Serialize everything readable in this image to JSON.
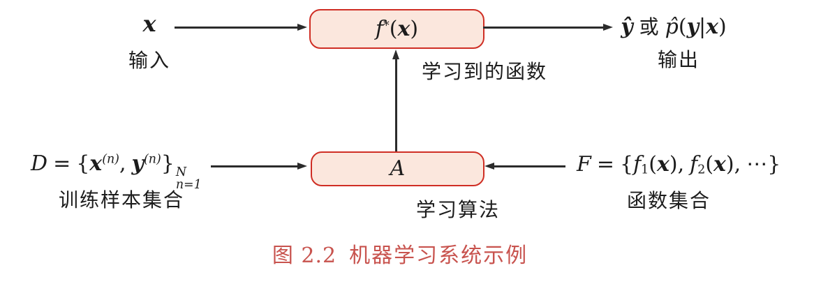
{
  "colors": {
    "background": "#ffffff",
    "box_fill": "#fbe7dd",
    "box_border": "#cf2e24",
    "arrow": "#2b2b2b",
    "text": "#1c1c1c",
    "caption": "#c8534e"
  },
  "diagram": {
    "input": {
      "symbol": "x",
      "label": "输入"
    },
    "learned_function": {
      "name": "f",
      "sup": "*",
      "open": "(",
      "arg": "x",
      "close": ")",
      "label": "学习到的函数"
    },
    "output": {
      "y_hat": "ŷ",
      "or": "或",
      "p_hat": "p̂",
      "open": "(",
      "y": "y",
      "bar": "|",
      "x": "x",
      "close": ")",
      "label": "输出"
    },
    "training_set": {
      "set_symbol": "D",
      "equals": "=",
      "open_brace": "{",
      "x": "x",
      "x_sup": "(n)",
      "comma": ",",
      "y": "y",
      "y_sup": "(n)",
      "close_brace": "}",
      "upper": "N",
      "lower": "n=1",
      "label": "训练样本集合"
    },
    "algorithm": {
      "symbol": "A",
      "label": "学习算法"
    },
    "function_set": {
      "set_symbol": "F",
      "equals": "=",
      "open_brace": "{",
      "f": "f",
      "sub1": "1",
      "sub2": "2",
      "paren_open": "(",
      "x": "x",
      "paren_close": ")",
      "comma": ",",
      "ellipsis": "⋯",
      "close_brace": "}",
      "label": "函数集合"
    }
  },
  "caption": {
    "figure_label": "图 2.2",
    "title": "机器学习系统示例"
  }
}
